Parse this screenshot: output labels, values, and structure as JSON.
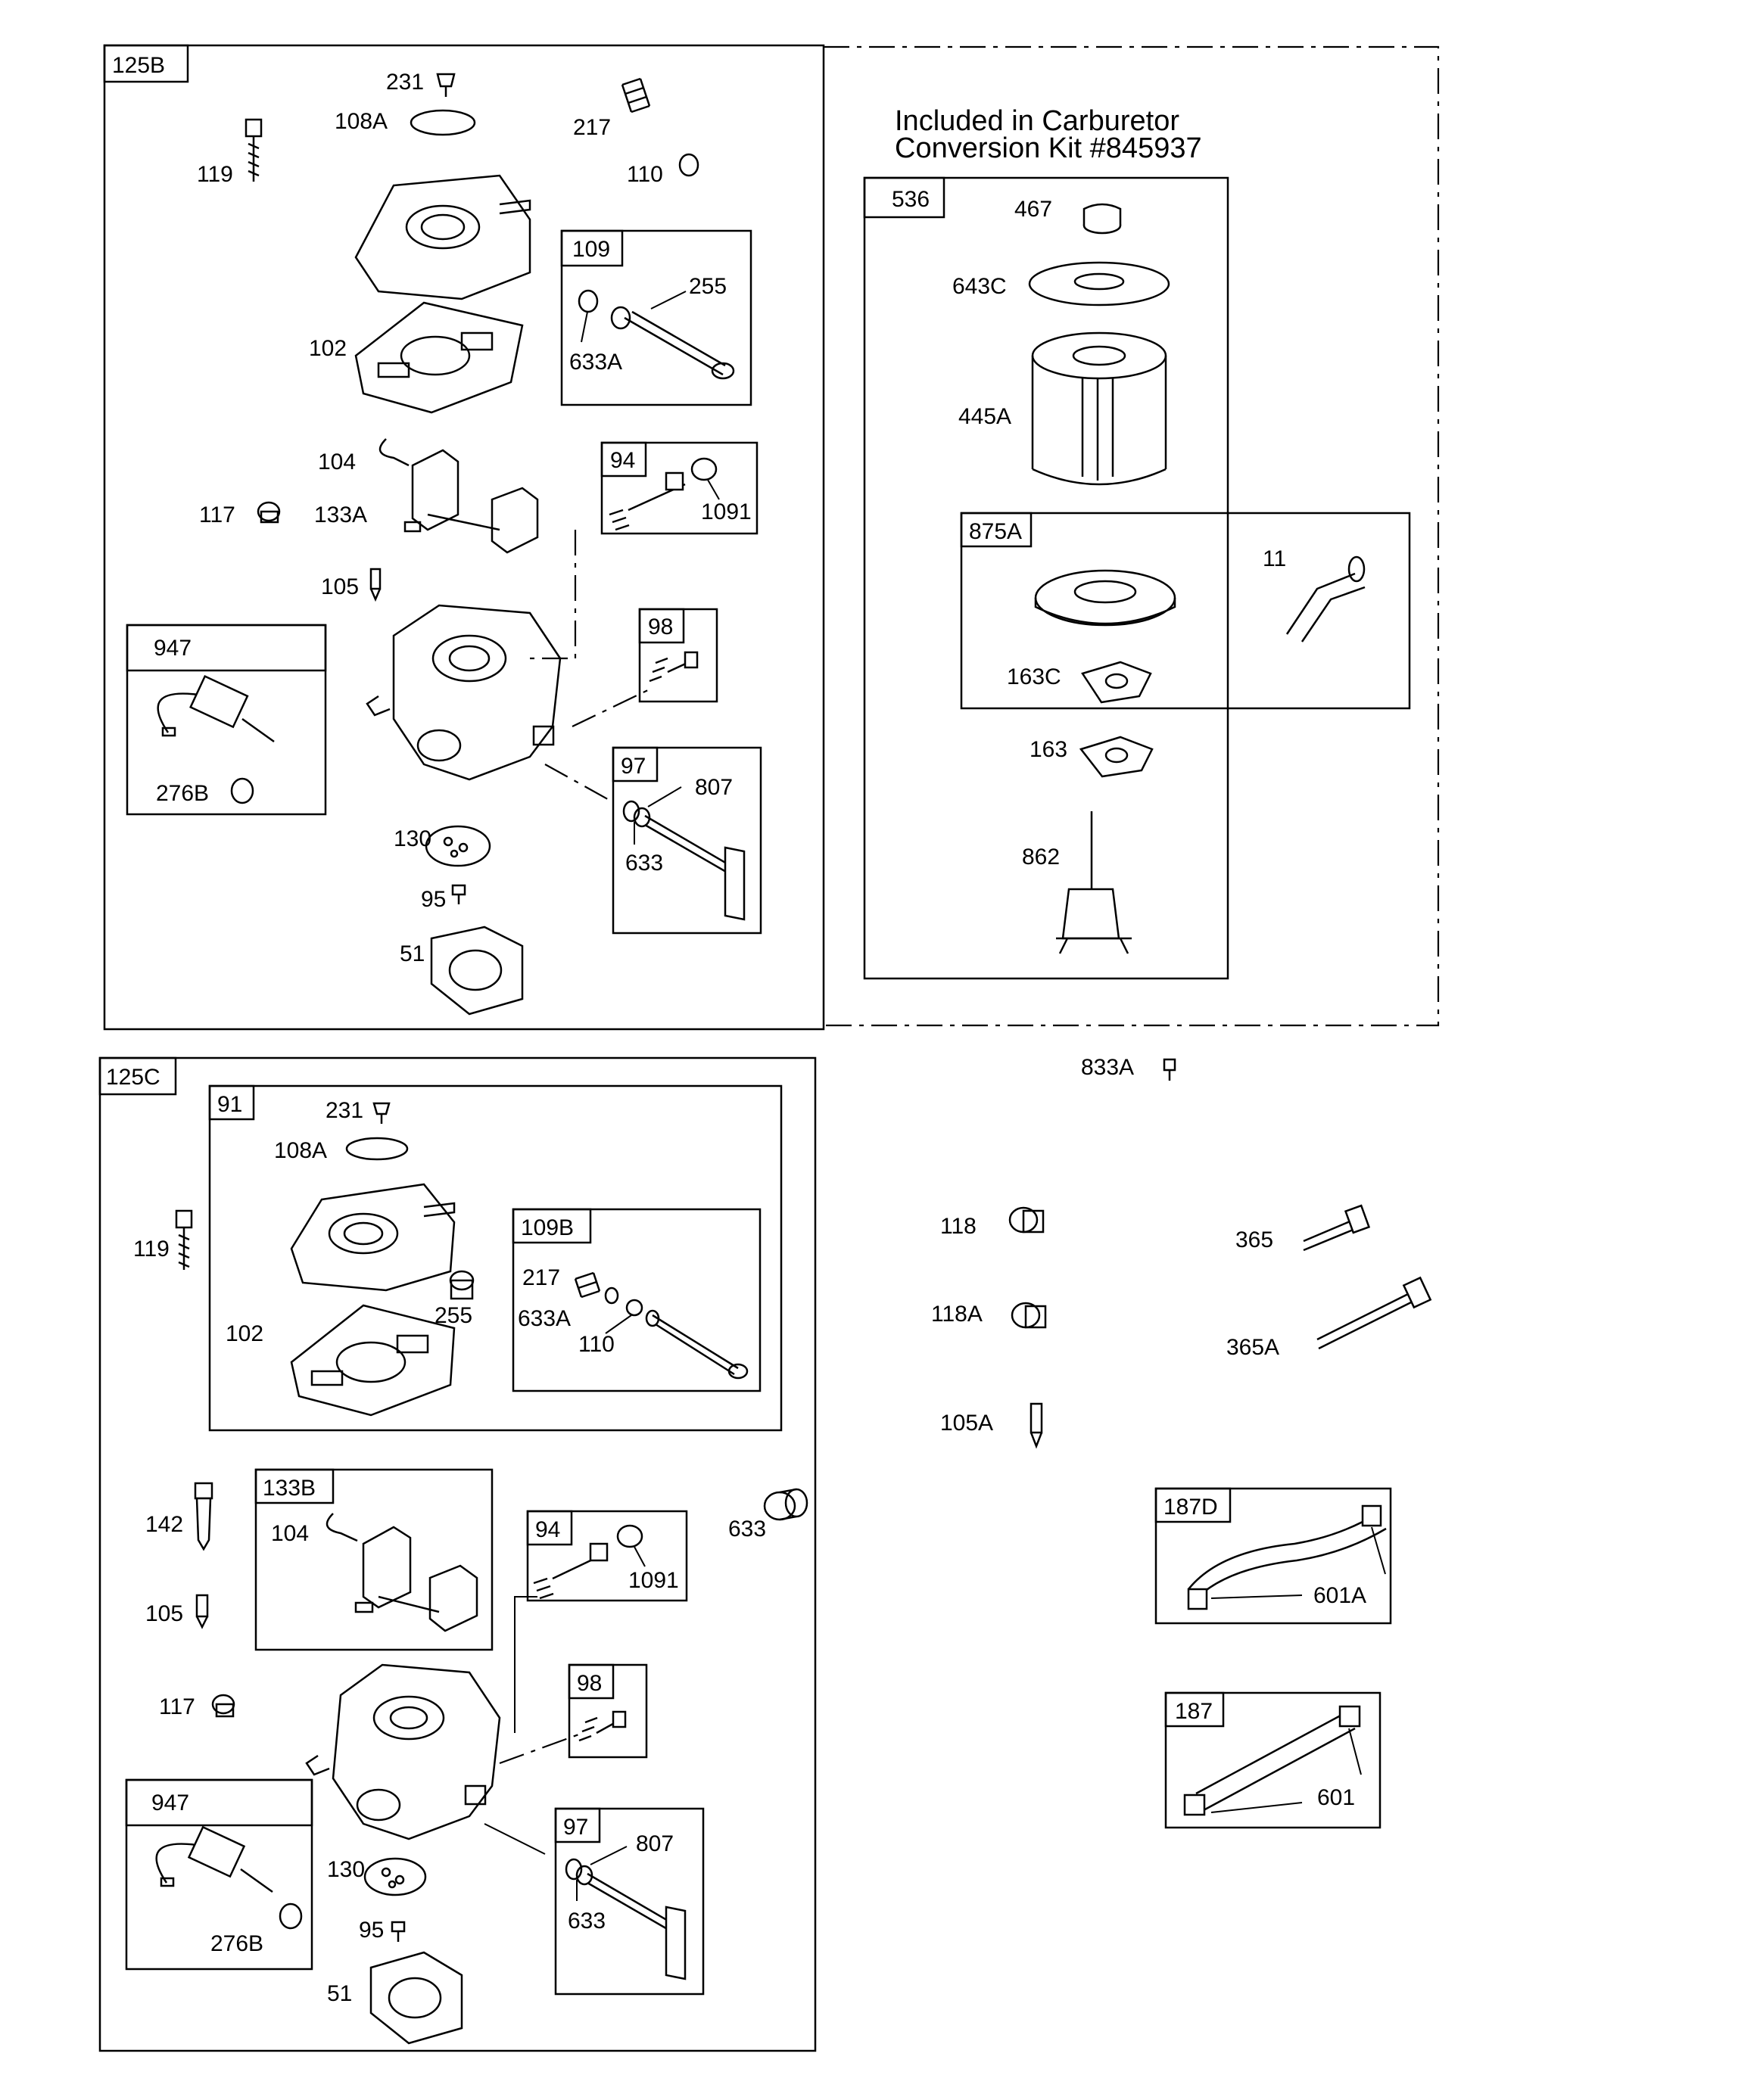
{
  "kit_note": {
    "line1": "Included in Carburetor",
    "line2": "Conversion Kit #845937"
  },
  "group_125B": {
    "label": "125B",
    "parts": {
      "p231": "231",
      "p108A": "108A",
      "p217": "217",
      "p119": "119",
      "p110": "110",
      "p102": "102",
      "p104": "104",
      "p133A": "133A",
      "p117": "117",
      "p105": "105",
      "p130": "130",
      "p95": "95",
      "p51": "51"
    },
    "box_109": {
      "label": "109",
      "p255": "255",
      "p633A": "633A"
    },
    "box_94": {
      "label": "94",
      "p1091": "1091"
    },
    "box_947": {
      "label": "947",
      "p276B": "276B"
    },
    "box_98": {
      "label": "98"
    },
    "box_97": {
      "label": "97",
      "p807": "807",
      "p633": "633"
    }
  },
  "group_536": {
    "label": "536",
    "parts": {
      "p467": "467",
      "p643C": "643C",
      "p445A": "445A",
      "p163": "163",
      "p862": "862"
    },
    "box_875A": {
      "label": "875A",
      "p163C": "163C",
      "p11": "11"
    }
  },
  "group_125C": {
    "label": "125C",
    "box_91": {
      "label": "91",
      "p231": "231",
      "p108A": "108A",
      "p102": "102",
      "p255": "255",
      "box_109B": {
        "label": "109B",
        "p217": "217",
        "p633A": "633A",
        "p110": "110"
      }
    },
    "parts": {
      "p119": "119",
      "p142": "142",
      "p105": "105",
      "p117": "117",
      "p633": "633",
      "p130": "130",
      "p95": "95",
      "p51": "51"
    },
    "box_133B": {
      "label": "133B",
      "p104": "104"
    },
    "box_94": {
      "label": "94",
      "p1091": "1091"
    },
    "box_98": {
      "label": "98"
    },
    "box_947": {
      "label": "947",
      "p276B": "276B"
    },
    "box_97": {
      "label": "97",
      "p807": "807",
      "p633": "633"
    }
  },
  "loose_parts": {
    "p833A": "833A",
    "p118": "118",
    "p118A": "118A",
    "p105A": "105A",
    "p365": "365",
    "p365A": "365A"
  },
  "box_187D": {
    "label": "187D",
    "p601A": "601A"
  },
  "box_187": {
    "label": "187",
    "p601": "601"
  }
}
